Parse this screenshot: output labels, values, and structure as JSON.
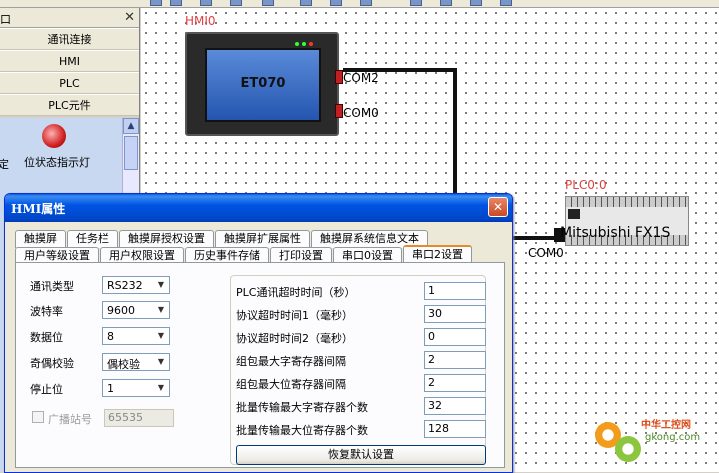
{
  "left_panel": {
    "header_title": "口",
    "items": [
      "通讯连接",
      "HMI",
      "PLC",
      "PLC元件"
    ],
    "partial_label": "定",
    "component_label": "位状态指示灯"
  },
  "canvas": {
    "hmi": {
      "title": "HMI0",
      "model": "ET070",
      "ports": [
        "COM2",
        "COM0"
      ]
    },
    "plc": {
      "title": "PLC0:0",
      "model": "Mitsubishi FX1S",
      "port": "COM0"
    },
    "watermark": {
      "text": "中华工控网",
      "url": "gkong.com"
    }
  },
  "dialog": {
    "title": "HMI属性",
    "tabs_row1": [
      "触摸屏",
      "任务栏",
      "触摸屏授权设置",
      "触摸屏扩展属性",
      "触摸屏系统信息文本"
    ],
    "tabs_row2": [
      "用户等级设置",
      "用户权限设置",
      "历史事件存储",
      "打印设置",
      "串口0设置",
      "串口2设置"
    ],
    "active_tab": "串口2设置",
    "fields": [
      {
        "label": "通讯类型",
        "value": "RS232"
      },
      {
        "label": "波特率",
        "value": "9600"
      },
      {
        "label": "数据位",
        "value": "8"
      },
      {
        "label": "奇偶校验",
        "value": "偶校验"
      },
      {
        "label": "停止位",
        "value": "1"
      }
    ],
    "broadcast": {
      "label": "广播站号",
      "value": "65535",
      "checked": false
    },
    "params": [
      {
        "label": "PLC通讯超时时间（秒）",
        "value": "1"
      },
      {
        "label": "协议超时时间1（毫秒）",
        "value": "30"
      },
      {
        "label": "协议超时时间2（毫秒）",
        "value": "0"
      },
      {
        "label": "组包最大字寄存器间隔",
        "value": "2"
      },
      {
        "label": "组包最大位寄存器间隔",
        "value": "2"
      },
      {
        "label": "批量传输最大字寄存器个数",
        "value": "32"
      },
      {
        "label": "批量传输最大位寄存器个数",
        "value": "128"
      }
    ],
    "reset_label": "恢复默认设置"
  },
  "colors": {
    "accent": "#0054e3",
    "device_label": "#e04040",
    "watermark": "#e05020"
  }
}
